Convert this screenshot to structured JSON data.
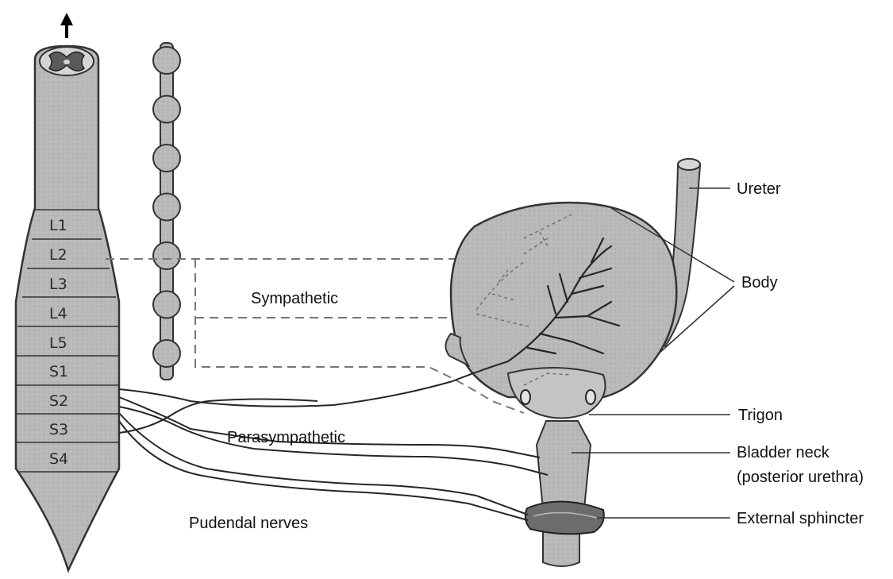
{
  "diagram": {
    "segments": [
      "L1",
      "L2",
      "L3",
      "L4",
      "L5",
      "S1",
      "S2",
      "S3",
      "S4"
    ],
    "nerve_labels": {
      "sympathetic": "Sympathetic",
      "parasympathetic": "Parasympathetic",
      "pudendal": "Pudendal nerves"
    },
    "structure_labels": {
      "ureter": "Ureter",
      "body": "Body",
      "trigon": "Trigon",
      "bladder_neck_line1": "Bladder neck",
      "bladder_neck_line2": "(posterior urethra)",
      "external_sphincter": "External sphincter"
    },
    "colors": {
      "tissue_fill": "#b7b7b7",
      "outline": "#333333",
      "nerve": "#262626",
      "dashed_nerve": "#777777"
    }
  }
}
